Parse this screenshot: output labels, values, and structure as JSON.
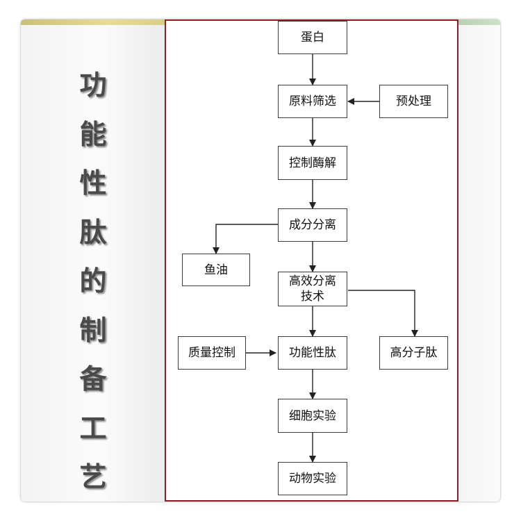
{
  "title_chars": [
    "功",
    "能",
    "性",
    "肽",
    "的",
    "制",
    "备",
    "工",
    "艺"
  ],
  "nodes": {
    "protein": "蛋白",
    "raw_screening": "原料筛选",
    "pretreatment": "预处理",
    "enzymolysis": "控制酶解",
    "component_separation": "成分分离",
    "fish_oil": "鱼油",
    "hpsep": "高效分离\n技术",
    "quality_control": "质量控制",
    "functional_peptide": "功能性肽",
    "macro_peptide": "高分子肽",
    "cell_experiment": "细胞实验",
    "animal_experiment": "动物实验"
  },
  "colors": {
    "panel_border": "#8a1f2c",
    "line": "#222222",
    "title_text": "#4a4a4a"
  }
}
